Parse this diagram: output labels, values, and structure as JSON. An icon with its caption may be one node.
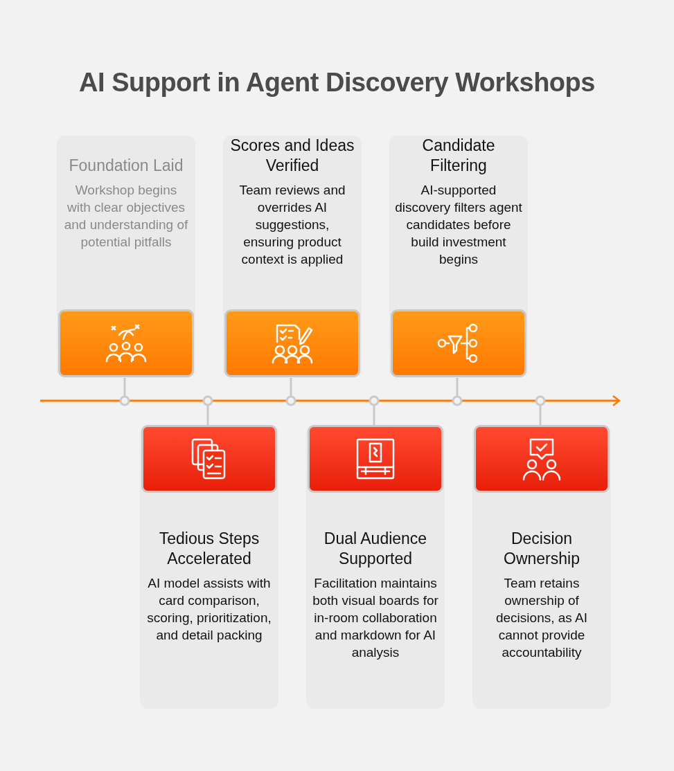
{
  "diagram": {
    "title": "AI Support in Agent Discovery Workshops",
    "nodes": [
      {
        "text": [
          "Foundation Laid",
          "Workshop begins with clear objectives and understanding of potential pitfalls"
        ]
      },
      {
        "text": [
          "Tedious Steps Accelerated",
          "AI model assists with card comparison, scoring, prioritization, and detail packing"
        ]
      },
      {
        "text": [
          "Scores and Ideas Verified",
          "Team reviews and overrides AI suggestions, ensuring product context is applied"
        ]
      },
      {
        "text": [
          "Dual Audience Supported",
          "Facilitation maintains both visual boards for in-room collaboration and markdown for AI analysis"
        ]
      },
      {
        "text": [
          "Candidate Filtering",
          "AI-supported discovery filters agent candidates before build investment begins"
        ]
      },
      {
        "text": [
          "Decision Ownership",
          "Team retains ownership of decisions, as AI cannot provide accountability"
        ]
      }
    ],
    "edges": []
  }
}
